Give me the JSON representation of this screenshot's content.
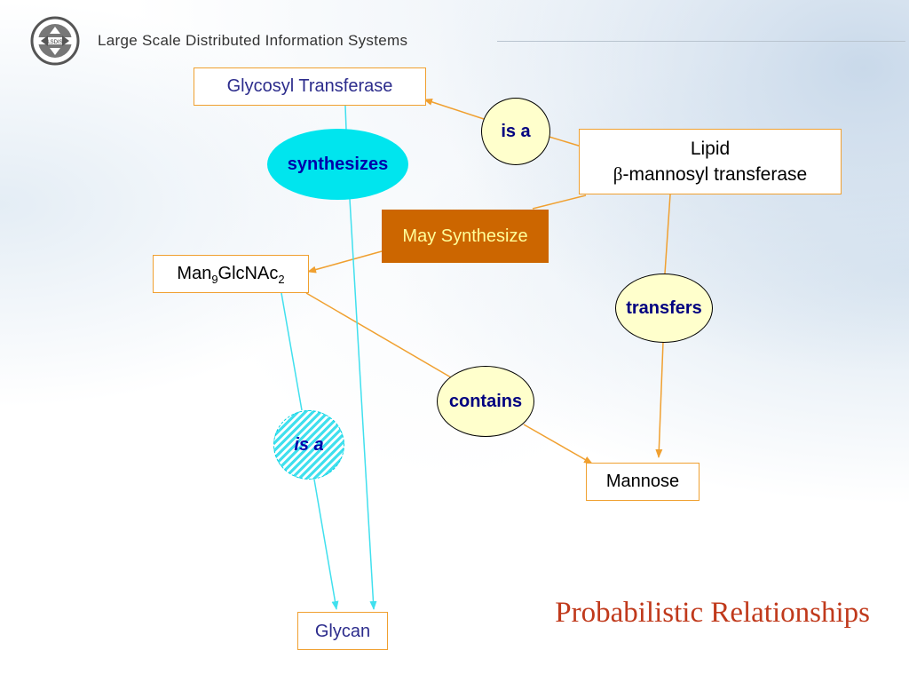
{
  "header": {
    "title": "Large Scale Distributed Information Systems",
    "logo_text": "LSDIS"
  },
  "nodes": {
    "glycosyl_transferase": "Glycosyl Transferase",
    "lipid_line1": "Lipid",
    "lipid_beta": "β",
    "lipid_line2": "-mannosyl  transferase",
    "man9_base": "Man",
    "man9_sub1": "9",
    "man9_mid": "GlcNAc",
    "man9_sub2": "2",
    "mannose": "Mannose",
    "glycan": "Glycan"
  },
  "relations": {
    "is_a_top": "is a",
    "synthesizes": "synthesizes",
    "may_synthesize": "May Synthesize",
    "transfers": "transfers",
    "contains": "contains",
    "is_a_bottom": "is a"
  },
  "slide_title": "Probabilistic Relationships",
  "colors": {
    "orange_edge": "#f0a030",
    "cyan_edge": "#40e0ee",
    "relation_text": "#000080",
    "may_fill": "#cc6600",
    "title": "#c0391b"
  }
}
